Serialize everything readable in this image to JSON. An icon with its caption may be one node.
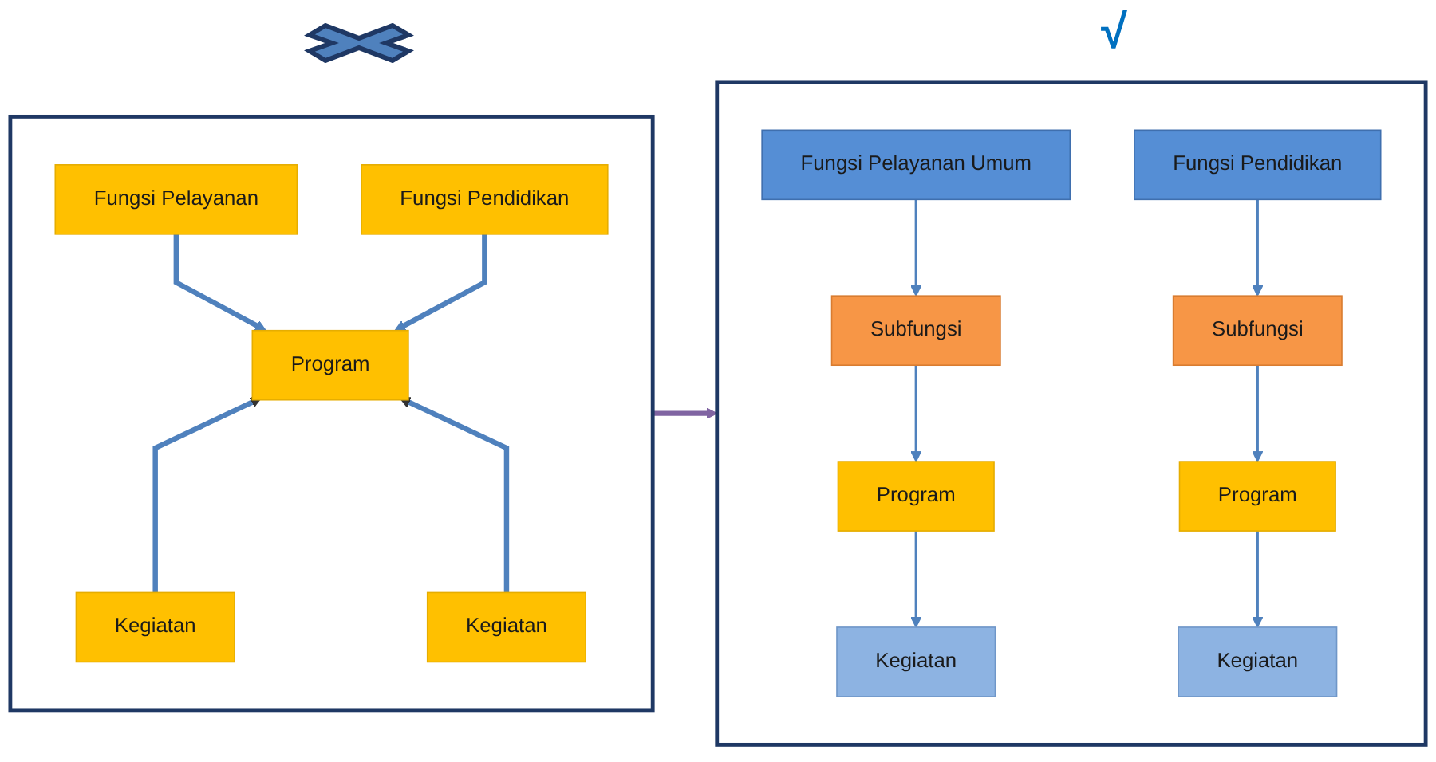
{
  "diagram": {
    "nodes": [
      {
        "text": [],
        "shape": "box"
      },
      {
        "text": [
          "Fungsi Pelayanan"
        ],
        "in": 0
      },
      {
        "text": [
          "Fungsi Pendidikan"
        ],
        "in": 0
      },
      {
        "text": [
          "Program"
        ],
        "in": 0
      },
      {
        "text": [
          "Kegiatan"
        ],
        "in": 0
      },
      {
        "text": [
          "Kegiatan"
        ],
        "in": 0
      },
      {
        "text": [],
        "shape": "box"
      },
      {
        "text": [
          "Fungsi Pelayanan Umum"
        ],
        "in": 6
      },
      {
        "text": [
          "Fungsi Pendidikan"
        ],
        "in": 6
      },
      {
        "text": [
          "Subfungsi"
        ],
        "in": 6
      },
      {
        "text": [
          "Subfungsi"
        ],
        "in": 6
      },
      {
        "text": [
          "Program"
        ],
        "in": 6
      },
      {
        "text": [
          "Program"
        ],
        "in": 6
      },
      {
        "text": [
          "Kegiatan"
        ],
        "in": 6
      },
      {
        "text": [
          "Kegiatan"
        ],
        "in": 6
      }
    ],
    "edges": [
      {
        "from": 1,
        "to": 3,
        "arrow": "to",
        "style": "thick"
      },
      {
        "from": 2,
        "to": 3,
        "arrow": "to",
        "style": "thick"
      },
      {
        "from": 4,
        "to": 3,
        "arrow": "to",
        "style": "thick"
      },
      {
        "from": 5,
        "to": 3,
        "arrow": "to",
        "style": "thick"
      },
      {
        "from": 0,
        "to": 6,
        "arrow": "to",
        "style": "thick",
        "color": "#8064a2"
      },
      {
        "from": 7,
        "to": 9,
        "arrow": "to"
      },
      {
        "from": 9,
        "to": 11,
        "arrow": "to"
      },
      {
        "from": 11,
        "to": 13,
        "arrow": "to"
      },
      {
        "from": 8,
        "to": 10,
        "arrow": "to"
      },
      {
        "from": 10,
        "to": 12,
        "arrow": "to"
      },
      {
        "from": 12,
        "to": 14,
        "arrow": "to"
      }
    ],
    "labels": [
      "√"
    ]
  }
}
